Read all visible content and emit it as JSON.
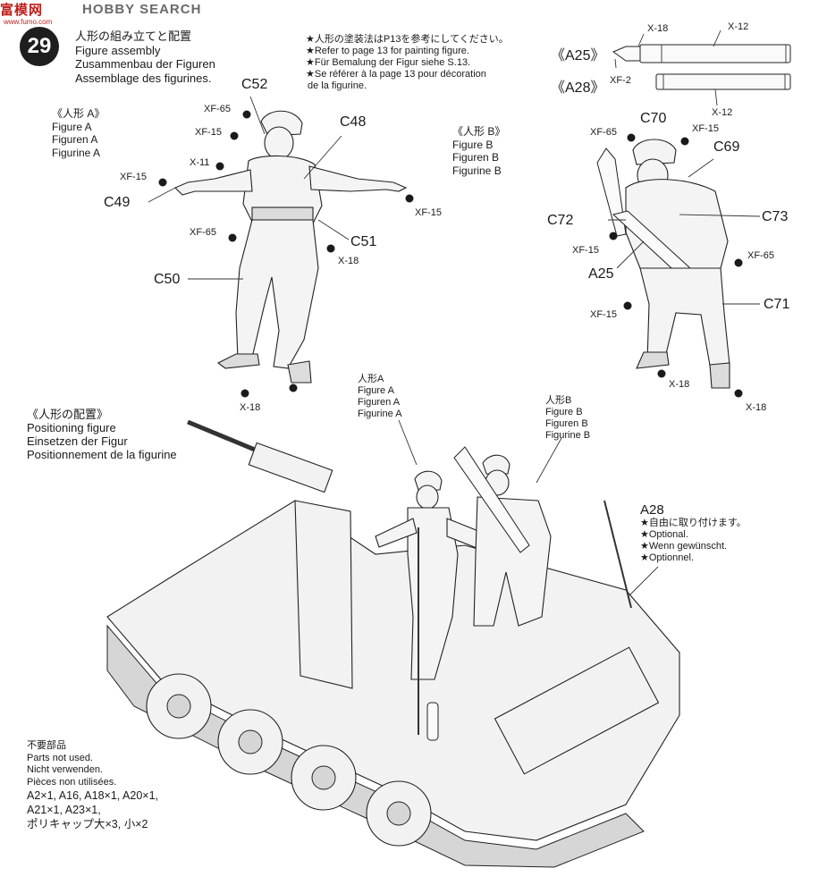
{
  "watermark": {
    "logo": "富模网",
    "search": "HOBBY SEARCH",
    "url": "www.fumo.com"
  },
  "step": {
    "number": "29",
    "titles": [
      "人形の組み立てと配置",
      "Figure assembly",
      "Zusammenbau der Figuren",
      "Assemblage des figurines."
    ]
  },
  "painting_note": [
    "★人形の塗装法はP13を参考にしてください。",
    "★Refer to page 13 for painting figure.",
    "★Für Bemalung der Figur siehe S.13.",
    "★Se référer à la page 13 pour décoration",
    "de la figurine."
  ],
  "ammo": {
    "a25": {
      "label": "《A25》",
      "codes": [
        "X-18",
        "X-12",
        "XF-2"
      ]
    },
    "a28": {
      "label": "《A28》",
      "codes": [
        "X-12"
      ]
    }
  },
  "figure_a": {
    "heading": [
      "《人形 A》",
      "Figure A",
      "Figuren A",
      "Figurine A"
    ],
    "parts": [
      "C52",
      "C48",
      "C49",
      "C51",
      "C50"
    ],
    "paints": [
      "XF-65",
      "XF-15",
      "X-11",
      "XF-15",
      "XF-65",
      "XF-15",
      "X-18",
      "X-18"
    ]
  },
  "figure_b": {
    "heading": [
      "《人形 B》",
      "Figure B",
      "Figuren B",
      "Figurine B"
    ],
    "parts": [
      "C70",
      "C69",
      "C72",
      "C73",
      "A25",
      "C71"
    ],
    "paints": [
      "XF-65",
      "XF-15",
      "XF-15",
      "XF-65",
      "XF-15",
      "X-18",
      "X-18"
    ]
  },
  "positioning": {
    "heading": [
      "《人形の配置》",
      "Positioning figure",
      "Einsetzen der Figur",
      "Positionnement de la figurine"
    ],
    "figure_a_tag": [
      "人形A",
      "Figure A",
      "Figuren A",
      "Figurine A"
    ],
    "figure_b_tag": [
      "人形B",
      "Figure B",
      "Figuren B",
      "Figurine B"
    ],
    "a28": {
      "label": "A28",
      "notes": [
        "★自由に取り付けます。",
        "★Optional.",
        "★Wenn gewünscht.",
        "★Optionnel."
      ]
    }
  },
  "parts_not_used": {
    "lines": [
      "不要部品",
      "Parts not used.",
      "Nicht verwenden.",
      "Pièces non utilisées.",
      "A2×1, A16, A18×1, A20×1,",
      "A21×1, A23×1,",
      "ポリキャップ大×3, 小×2"
    ]
  }
}
